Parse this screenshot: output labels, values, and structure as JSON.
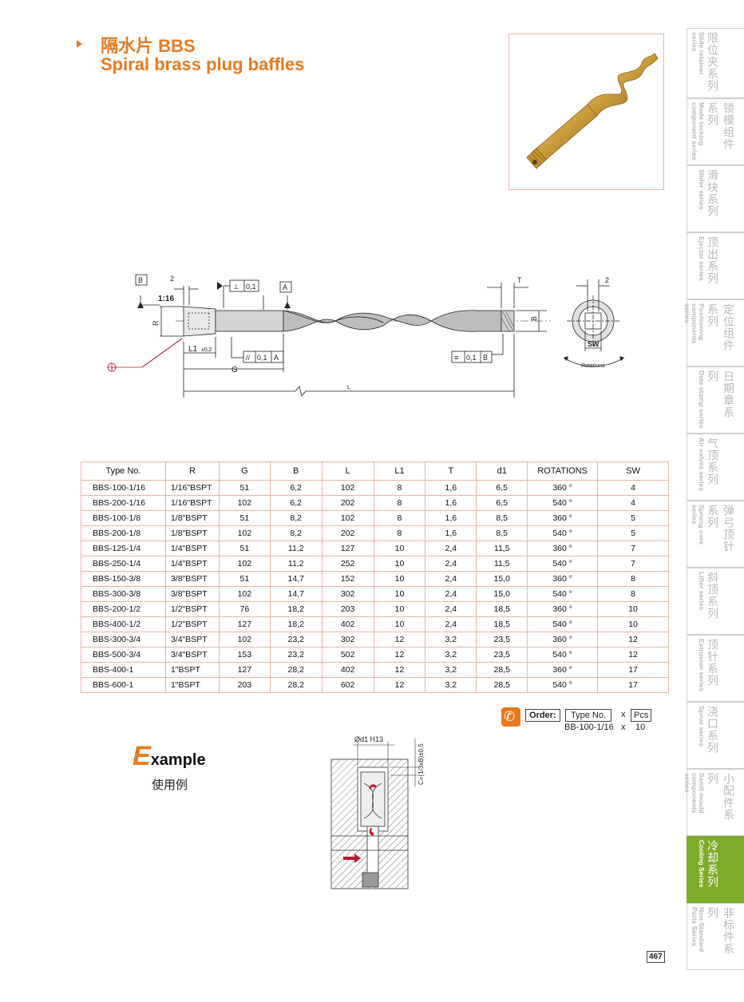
{
  "header": {
    "title_cn": "隔水片 BBS",
    "title_en": "Spiral brass plug baffles"
  },
  "drawing": {
    "labels": {
      "b_datum": "B",
      "a_datum": "A",
      "dim_2": "2",
      "taper": "1:16",
      "r": "R",
      "perp_tol": "0,1",
      "l1": "L1",
      "l1_tol": "±0,2",
      "g": "G",
      "parallel_tol": "0,1",
      "parallel_ref": "A",
      "l": "L",
      "t": "T",
      "b_dim": "B",
      "sym_tol": "0,1",
      "sym_ref": "B",
      "side_2": "2",
      "sw": "SW",
      "rotations": "Rotations"
    }
  },
  "table": {
    "headers": [
      "Type No.",
      "R",
      "G",
      "B",
      "L",
      "L1",
      "T",
      "d1",
      "ROTATIONS",
      "SW"
    ],
    "rows": [
      [
        "BBS-100-1/16",
        "1/16\"BSPT",
        "51",
        "6,2",
        "102",
        "8",
        "1,6",
        "6,5",
        "360 °",
        "4"
      ],
      [
        "BBS-200-1/16",
        "1/16\"BSPT",
        "102",
        "6,2",
        "202",
        "8",
        "1,6",
        "6,5",
        "540 °",
        "4"
      ],
      [
        "BBS-100-1/8",
        "1/8\"BSPT",
        "51",
        "8,2",
        "102",
        "8",
        "1,6",
        "8,5",
        "360 °",
        "5"
      ],
      [
        "BBS-200-1/8",
        "1/8\"BSPT",
        "102",
        "8,2",
        "202",
        "8",
        "1,6",
        "8,5",
        "540 °",
        "5"
      ],
      [
        "BBS-125-1/4",
        "1/4\"BSPT",
        "51",
        "11,2",
        "127",
        "10",
        "2,4",
        "11,5",
        "360 °",
        "7"
      ],
      [
        "BBS-250-1/4",
        "1/4\"BSPT",
        "102",
        "11,2",
        "252",
        "10",
        "2,4",
        "11,5",
        "540 °",
        "7"
      ],
      [
        "BBS-150-3/8",
        "3/8\"BSPT",
        "51",
        "14,7",
        "152",
        "10",
        "2,4",
        "15,0",
        "360 °",
        "8"
      ],
      [
        "BBS-300-3/8",
        "3/8\"BSPT",
        "102",
        "14,7",
        "302",
        "10",
        "2,4",
        "15,0",
        "540 °",
        "8"
      ],
      [
        "BBS-200-1/2",
        "1/2\"BSPT",
        "76",
        "18,2",
        "203",
        "10",
        "2,4",
        "18,5",
        "360 °",
        "10"
      ],
      [
        "BBS-400-1/2",
        "1/2\"BSPT",
        "127",
        "18,2",
        "402",
        "10",
        "2,4",
        "18,5",
        "540 °",
        "10"
      ],
      [
        "BBS-300-3/4",
        "3/4\"BSPT",
        "102",
        "23,2",
        "302",
        "12",
        "3,2",
        "23,5",
        "360 °",
        "12"
      ],
      [
        "BBS-500-3/4",
        "3/4\"BSPT",
        "153",
        "23,2",
        "502",
        "12",
        "3,2",
        "23,5",
        "540 °",
        "12"
      ],
      [
        "BBS-400-1",
        "1\"BSPT",
        "127",
        "28,2",
        "402",
        "12",
        "3,2",
        "28,5",
        "360 °",
        "17"
      ],
      [
        "BBS-600-1",
        "1\"BSPT",
        "203",
        "28,2",
        "602",
        "12",
        "3,2",
        "28,5",
        "540 °",
        "17"
      ]
    ]
  },
  "order": {
    "label": "Order:",
    "type_label": "Type No.",
    "times": "x",
    "pcs_label": "Pcs",
    "example_code": "BB-100-1/16",
    "example_qty": "10"
  },
  "example": {
    "cap": "E",
    "rest": "xample",
    "cn": "使用例",
    "dim_d1": "Ød1 H13",
    "dim_c": "C=(1/3xB)±0,5"
  },
  "side_tabs": [
    {
      "cn": "限位夹系列",
      "en": "Slide retainer series",
      "active": false
    },
    {
      "cn": "锁模组件系列",
      "en": "Mode locking component series",
      "active": false
    },
    {
      "cn": "滑块系列",
      "en": "Slider series",
      "active": false
    },
    {
      "cn": "顶出系列",
      "en": "Ejector series",
      "active": false
    },
    {
      "cn": "定位组件系列",
      "en": "Positioning components series",
      "active": false
    },
    {
      "cn": "日期章系列",
      "en": "Date stamp series",
      "active": false
    },
    {
      "cn": "气顶系列",
      "en": "Air valves series",
      "active": false
    },
    {
      "cn": "弹弓顶针系列",
      "en": "Sprung core series",
      "active": false
    },
    {
      "cn": "斜顶系列",
      "en": "Lifter series",
      "active": false
    },
    {
      "cn": "顶针系列",
      "en": "Extrusion series",
      "active": false
    },
    {
      "cn": "浇口系列",
      "en": "Sprue series",
      "active": false
    },
    {
      "cn": "小配件系列",
      "en": "Samll mould components series",
      "active": false
    },
    {
      "cn": "冷却系列",
      "en": "Cooling Series",
      "active": true
    },
    {
      "cn": "非标件系列",
      "en": "Non-Standard Parts Series",
      "active": false
    }
  ],
  "page_number": "467",
  "colors": {
    "accent": "#e8791f",
    "active_tab": "#7dab2a",
    "table_border": "#e8b6a6"
  }
}
